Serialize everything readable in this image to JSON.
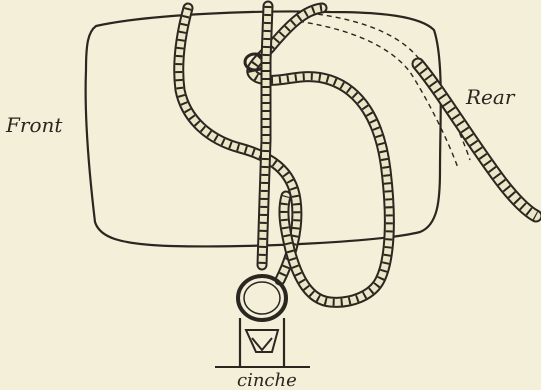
{
  "labels": {
    "front": "Front",
    "rear": "Rear",
    "cinch": "cinche"
  },
  "colors": {
    "paper": "#f3efd9",
    "ink": "#2a2620",
    "rope_fill": "#ece6c8"
  }
}
